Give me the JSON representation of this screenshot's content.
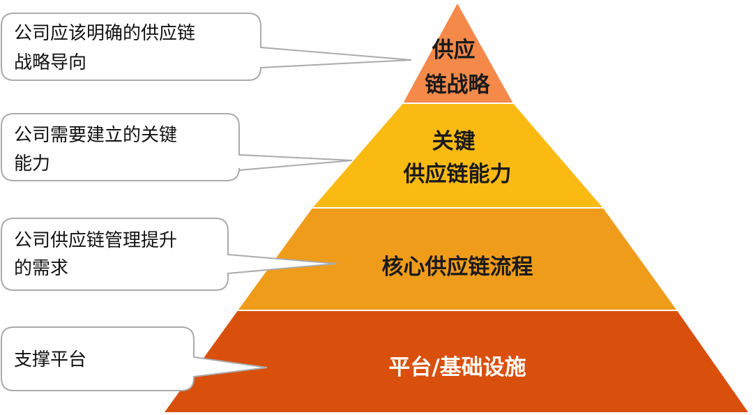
{
  "colors": {
    "tier_1": "#F4894A",
    "tier_2": "#FBBA12",
    "tier_3": "#EF9C1B",
    "tier_4": "#D94F0C",
    "callout_border": "#aaaaaa",
    "callout_fill": "#ffffff"
  },
  "pyramid": {
    "tiers": [
      {
        "lines": [
          "供应",
          "链战略"
        ]
      },
      {
        "lines": [
          "关键",
          "供应链能力"
        ]
      },
      {
        "lines": [
          "核心供应链流程"
        ]
      },
      {
        "lines": [
          "平台/基础设施"
        ]
      }
    ]
  },
  "callouts": [
    {
      "lines": [
        "公司应该明确的供应链",
        "战略导向"
      ]
    },
    {
      "lines": [
        "公司需要建立的关键",
        "能力"
      ]
    },
    {
      "lines": [
        "公司供应链管理提升",
        "的需求"
      ]
    },
    {
      "lines": [
        "支撑平台"
      ]
    }
  ]
}
